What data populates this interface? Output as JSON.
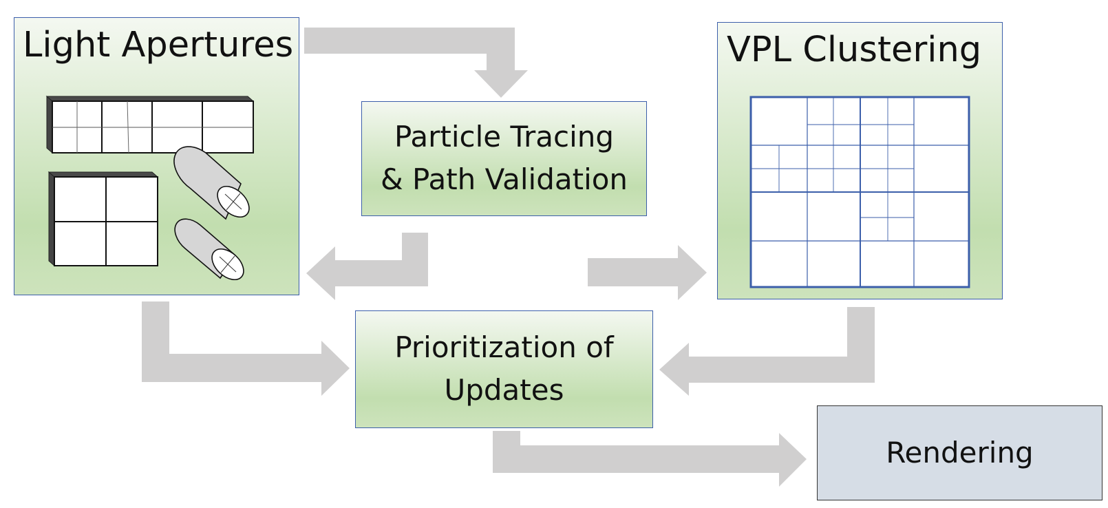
{
  "diagram": {
    "boxes": {
      "light_apertures": {
        "title": "Light Apertures"
      },
      "particle_tracing": {
        "line1": "Particle Tracing",
        "line2": "& Path Validation"
      },
      "vpl_clustering": {
        "title": "VPL Clustering"
      },
      "prioritization": {
        "line1": "Prioritization of",
        "line2": "Updates"
      },
      "rendering": {
        "title": "Rendering"
      }
    },
    "colors": {
      "arrow": "#d0cfcf",
      "box_border": "#3b5eaa",
      "grid_line": "#3b5eaa",
      "box_fill_top": "#f4f8f1",
      "box_fill_bottom": "#c2deaf",
      "rendering_fill": "#d6dde6"
    }
  }
}
